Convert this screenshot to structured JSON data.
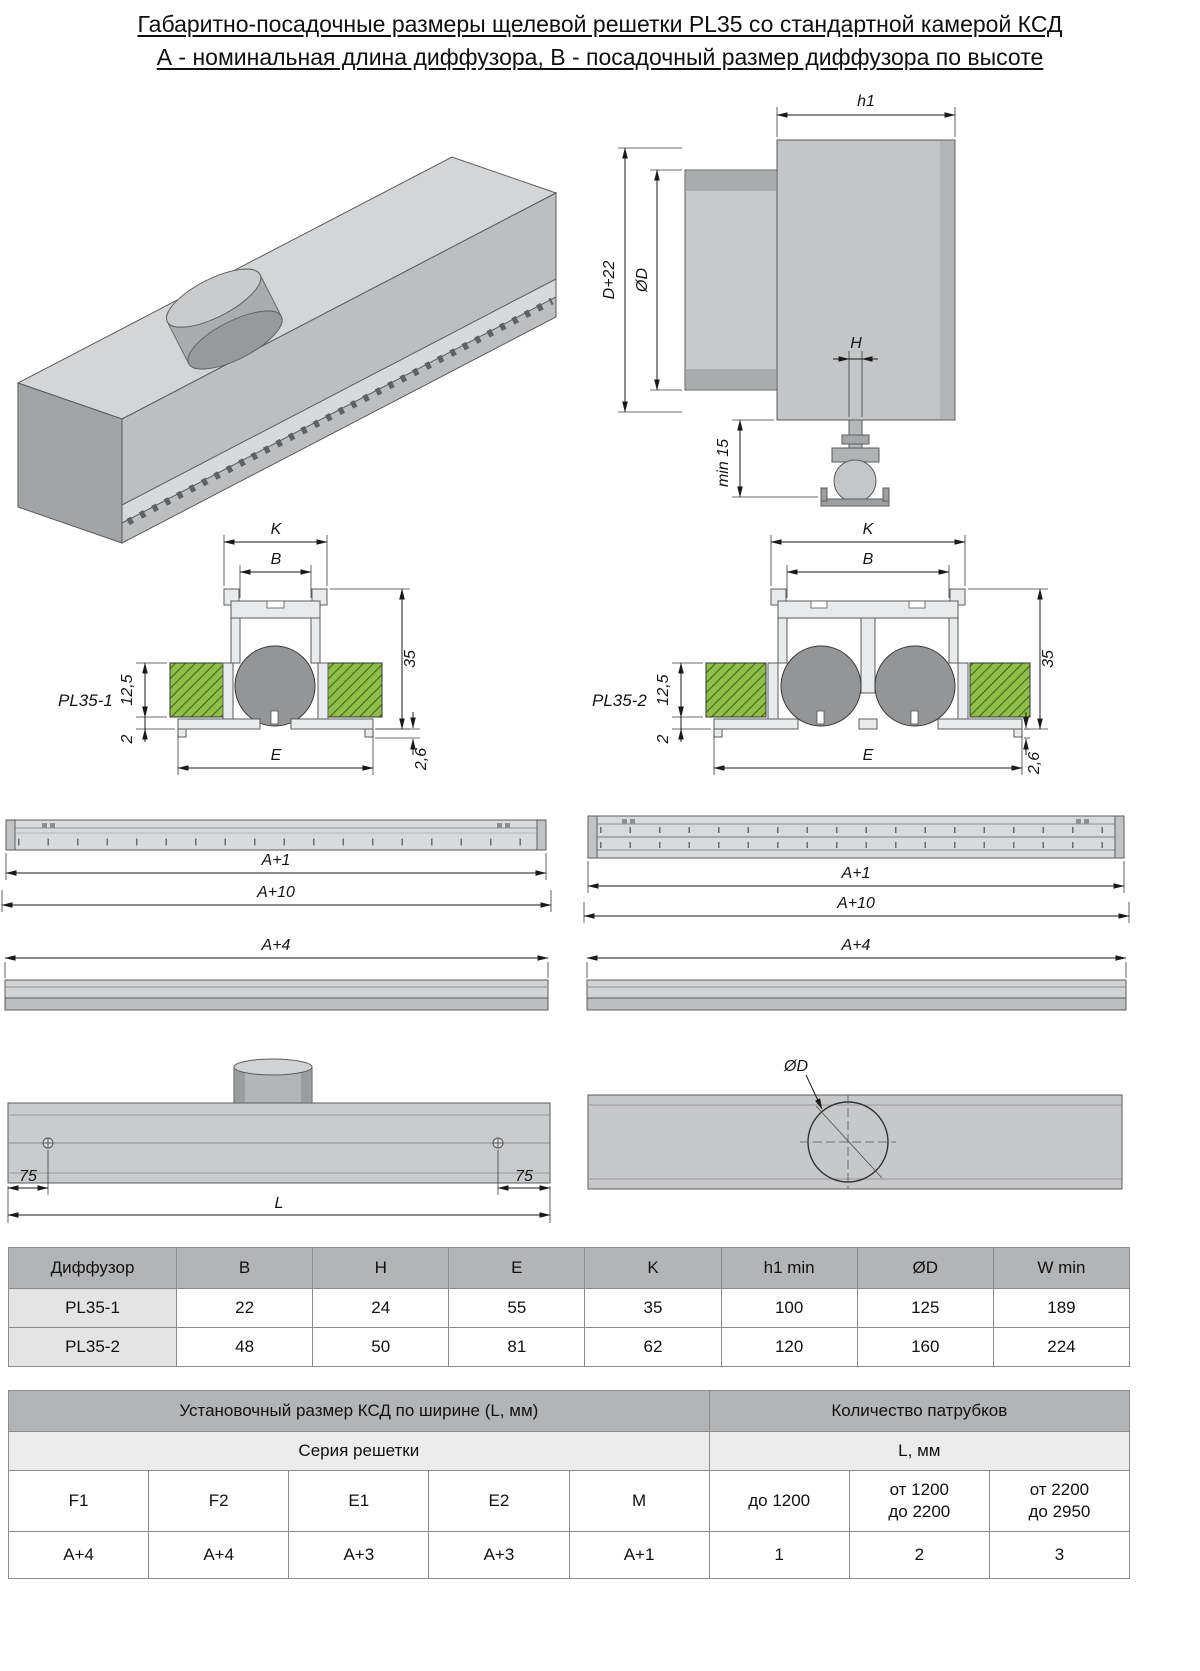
{
  "title": {
    "line1": "Габаритно-посадочные размеры щелевой решетки PL35 со стандартной камерой КСД",
    "line2": "А - номинальная длина диффузора, В - посадочный размер диффузора по высоте"
  },
  "side_view": {
    "dim_h1": "h1",
    "dim_d_plus_22": "D+22",
    "dim_diameter": "ØD",
    "dim_h": "H",
    "dim_min15": "min 15"
  },
  "section_pl35_1": {
    "label": "PL35-1",
    "dim_k": "K",
    "dim_b": "B",
    "dim_height": "35",
    "dim_ceiling": "12,5",
    "dim_lip": "2",
    "dim_e": "E",
    "dim_edge": "2,6"
  },
  "section_pl35_2": {
    "label": "PL35-2",
    "dim_k": "K",
    "dim_b": "B",
    "dim_height": "35",
    "dim_ceiling": "12,5",
    "dim_lip": "2",
    "dim_e": "E",
    "dim_edge": "2,6"
  },
  "profiles_left": {
    "dim_a1": "A+1",
    "dim_a10": "A+10",
    "dim_a4": "A+4"
  },
  "profiles_right": {
    "dim_a1": "A+1",
    "dim_a10": "A+10",
    "dim_a4": "A+4"
  },
  "plenum_side_view": {
    "dim_left": "75",
    "dim_right": "75",
    "dim_length": "L"
  },
  "plenum_top_view": {
    "dim_diameter": "ØD"
  },
  "dimensions_table": {
    "headers": [
      "Диффузор",
      "B",
      "H",
      "E",
      "K",
      "h1 min",
      "ØD",
      "W min"
    ],
    "rows": [
      [
        "PL35-1",
        "22",
        "24",
        "55",
        "35",
        "100",
        "125",
        "189"
      ],
      [
        "PL35-2",
        "48",
        "50",
        "81",
        "62",
        "120",
        "160",
        "224"
      ]
    ]
  },
  "install_table": {
    "header_width": "Установочный размер КСД по ширине (L, мм)",
    "header_count": "Количество патрубков",
    "subheader_series": "Серия решетки",
    "subheader_l": "L, мм",
    "series": [
      "F1",
      "F2",
      "E1",
      "E2",
      "M"
    ],
    "series_values": [
      "A+4",
      "A+4",
      "A+3",
      "A+3",
      "A+1"
    ],
    "length_ranges": [
      "до 1200",
      "от 1200\nдо 2200",
      "от 2200\nдо 2950"
    ],
    "count_values": [
      "1",
      "2",
      "3"
    ]
  }
}
